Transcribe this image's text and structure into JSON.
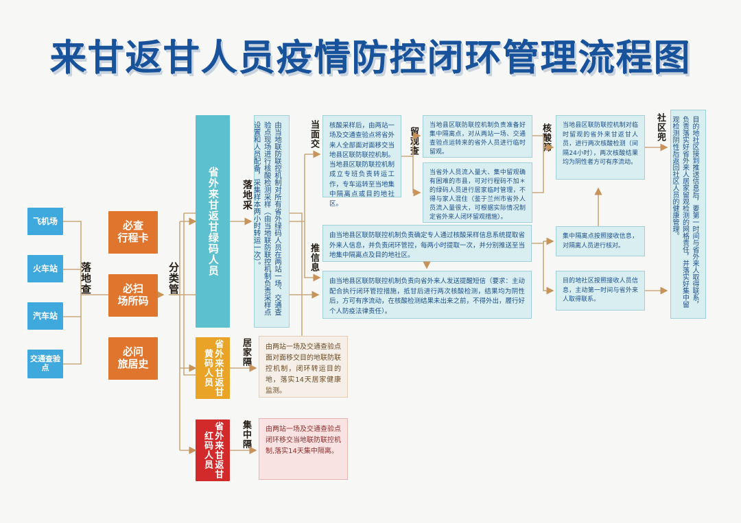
{
  "title": "来甘返甘人员疫情防控闭环管理流程图",
  "colors": {
    "title": "#17529b",
    "blue": "#3fa8dc",
    "teal": "#5cc0ce",
    "orange": "#e0752d",
    "yellow": "#e9a326",
    "red": "#d22a2a",
    "panel_cyan": "#d8eef0",
    "panel_peach": "#f6efe7",
    "panel_pink": "#f9e3e2",
    "connector": "#c8a87c"
  },
  "entry_points": [
    {
      "label": "飞机场"
    },
    {
      "label": "火车站"
    },
    {
      "label": "汽车站"
    },
    {
      "label": "交通查验点"
    }
  ],
  "captions": {
    "landing_check": "落地查",
    "classify": "分类管",
    "landing_sample": "落地采",
    "face_to_face": "当面交",
    "push_info": "推信息",
    "observe": "留观查",
    "nucleic_screen": "核酸筛",
    "community": "社区兜",
    "home_isolate": "居家隔",
    "central_isolate": "集中隔"
  },
  "must_do": [
    {
      "label": "必查\n行程卡"
    },
    {
      "label": "必扫\n场所码"
    },
    {
      "label": "必问\n旅居史"
    }
  ],
  "code_groups": {
    "green": "省外来甘返甘绿码人员",
    "yellow": "省外来甘返甘黄码人员",
    "red": "省外来甘返甘红码人员"
  },
  "panels": {
    "sampling": "由当地联防联控机制对所有省外绿码人员在两站一场、交通查验点现场进行核酸检测采样（由当地联防联控机制负责采样点设置和人员配备，采集样本两小时转运一次）。",
    "handover": "核酸采样后，由两站一场及交通查验点将省外来人全部面对面移交当地县区联防联控机制。当地县区联防联控机制成立专班负责转运工作，专车运转至当地集中隔离点或目的地社区。",
    "temp_observation": "当地县区联防联控机制负责准备好集中隔离点，对从两站一场、交通查验点运转来的省外人员进行临时留观。",
    "home_temp_manage": "当省外人员流入量大、集中留观确有困难的市县，可对行程码不加＊的绿码人员进行居家临时管理，不得与家人混住（鉴于兰州市省外人员流入量很大，可根据实际情况制定省外来人闭环留观措施）。",
    "info_extract": "由当地县区联防联控机制负责确定专人通过核酸采样信息系统提取省外来人信息，并负责闭环管控，每两小时提取一次，并分别推送至当地集中隔离点及目的地社区。",
    "sms_notice": "由当地县区联防联控机制负责向省外来人发送提醒短信（要求：主动配合执行闭环管控措施，抵甘后进行两次核酸检测，结果均为阴性后，方可有序流动，在核酸检测结果未出来之前，不得外出，履行好个人防疫法律责任）。",
    "two_tests": "当地县区联防联控机制对临时留观的省外来甘返甘人员，进行两次核酸检测（间隔24小时），两次核酸结果均为阴性者方可有序流动。",
    "isolation_check": "集中隔离点按照接收信息，对隔离人员进行核对。",
    "community_contact": "目的地社区按照接收人员信息，主动第一时间与省外来人取得联系。",
    "community_manage": "目的地社区接到推送信息后，要第一时间与省外来人取得联系，负责落实好省外来人居家留观检测的网格责任，并落实好集中留观检测阴性后返回社区人员的健康管理。",
    "yellow_code": "由两站一场及交通查验点面对面移交目的地联防联控机制，闭环转运目的地，落实14天居家健康监测。",
    "red_code": "由两站一场及交通查验点闭环移交当地联防联控机制,落实14天集中隔离。"
  }
}
